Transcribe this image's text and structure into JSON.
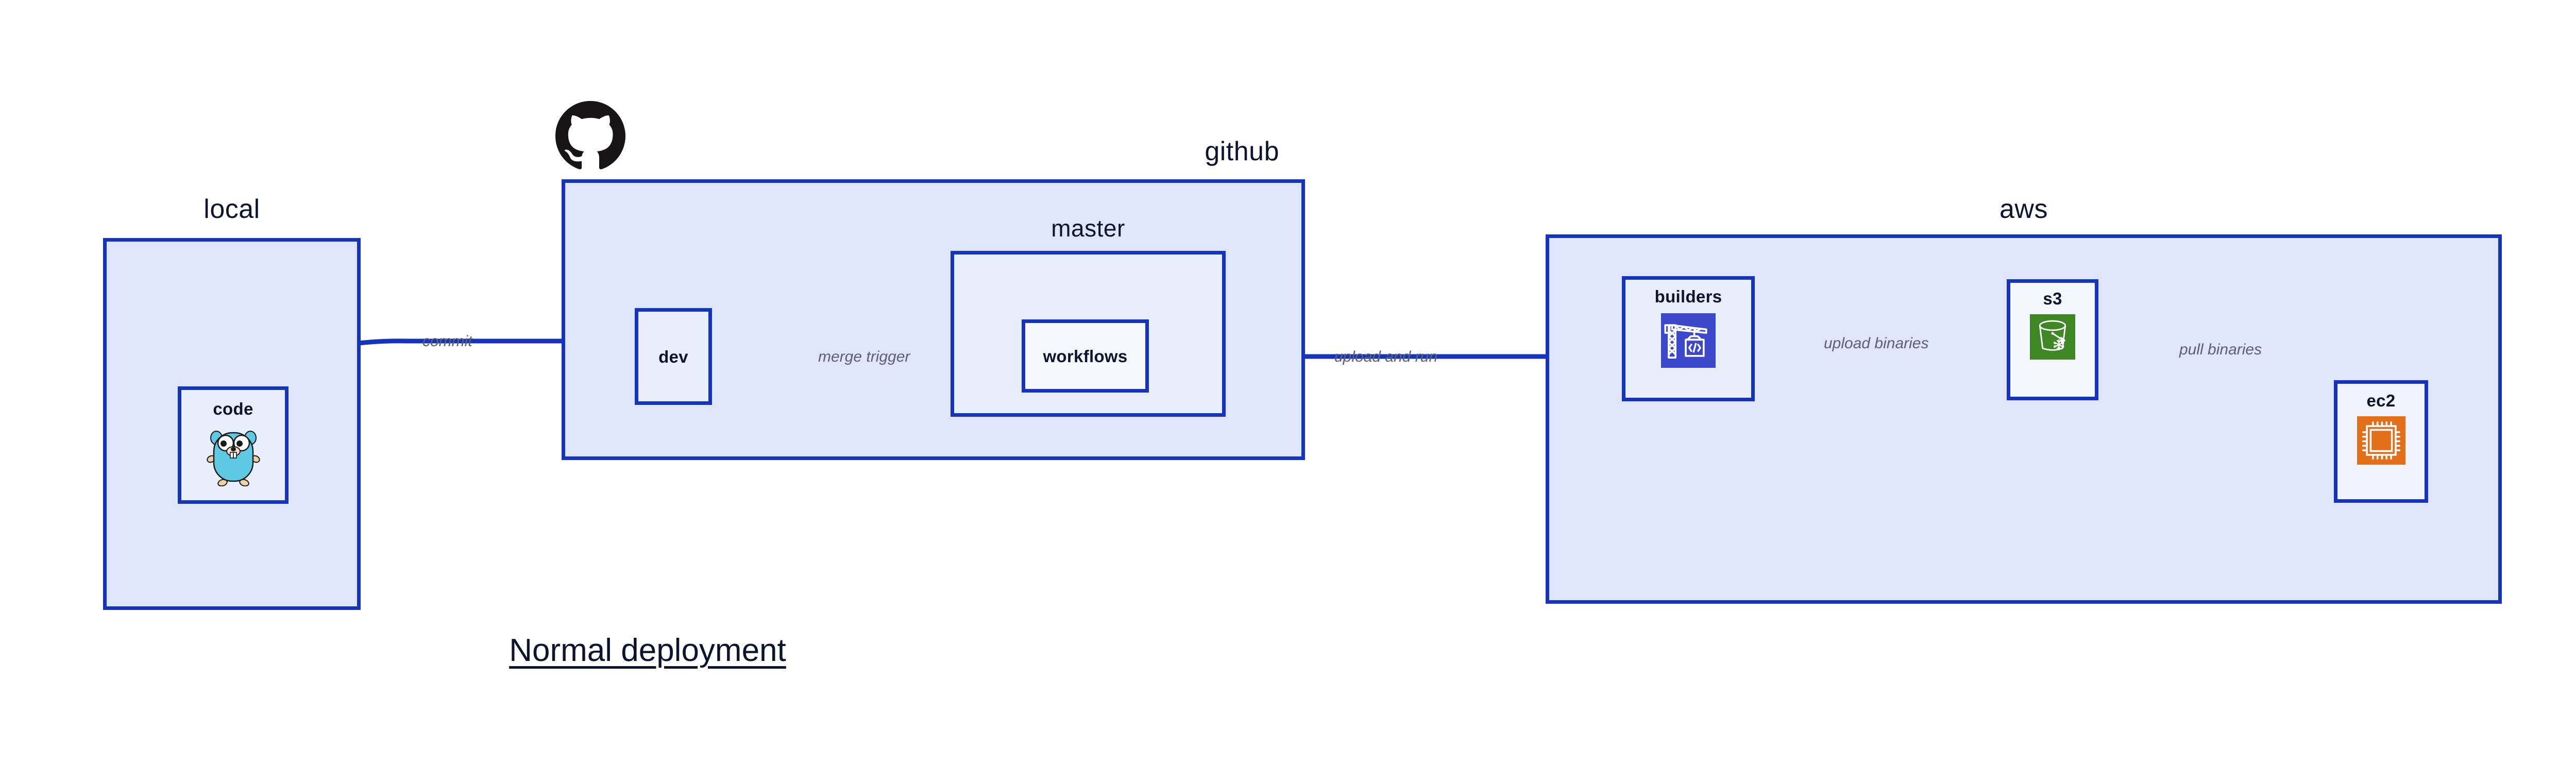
{
  "diagram": {
    "title": "Normal deployment",
    "accent_border": "#1434bd",
    "group_fill": "#dfe5fa",
    "node_fill": "#e9eefc",
    "label_color": "#5c6072",
    "text_color": "#0d1430",
    "background": "#ffffff"
  },
  "groups": [
    {
      "id": "local",
      "label": "local",
      "label_align": "center"
    },
    {
      "id": "github",
      "label": "github",
      "label_align": "right"
    },
    {
      "id": "aws",
      "label": "aws",
      "label_align": "center"
    }
  ],
  "subgroups": [
    {
      "id": "master",
      "label": "master",
      "parent": "github"
    }
  ],
  "nodes": [
    {
      "id": "code",
      "label": "code",
      "parent": "local",
      "icon": "go-gopher-icon",
      "icon_color": "#5dc9e2"
    },
    {
      "id": "dev",
      "label": "dev",
      "parent": "github",
      "icon": null,
      "icon_color": null
    },
    {
      "id": "workflows",
      "label": "workflows",
      "parent": "master",
      "icon": null,
      "icon_color": null
    },
    {
      "id": "builders",
      "label": "builders",
      "parent": "aws",
      "icon": "aws-codebuild-icon",
      "icon_color": "#3b48cc"
    },
    {
      "id": "s3",
      "label": "s3",
      "parent": "aws",
      "icon": "aws-s3-glacier-icon",
      "icon_color": "#3f8624"
    },
    {
      "id": "ec2",
      "label": "ec2",
      "parent": "aws",
      "icon": "aws-ec2-icon",
      "icon_color": "#e2701a"
    }
  ],
  "edges": [
    {
      "id": "commit",
      "from": "code",
      "to": "dev",
      "label": "commit"
    },
    {
      "id": "merge-trigger",
      "from": "dev",
      "to": "workflows",
      "label": "merge trigger"
    },
    {
      "id": "upload-and-run",
      "from": "workflows",
      "to": "builders",
      "label": "upload and run"
    },
    {
      "id": "upload-binaries",
      "from": "builders",
      "to": "s3",
      "label": "upload binaries"
    },
    {
      "id": "pull-binaries",
      "from": "s3",
      "to": "ec2",
      "label": "pull binaries"
    }
  ],
  "brand_marks": [
    {
      "id": "github-octocat",
      "name": "github-logo-icon",
      "color": "#171515"
    }
  ]
}
